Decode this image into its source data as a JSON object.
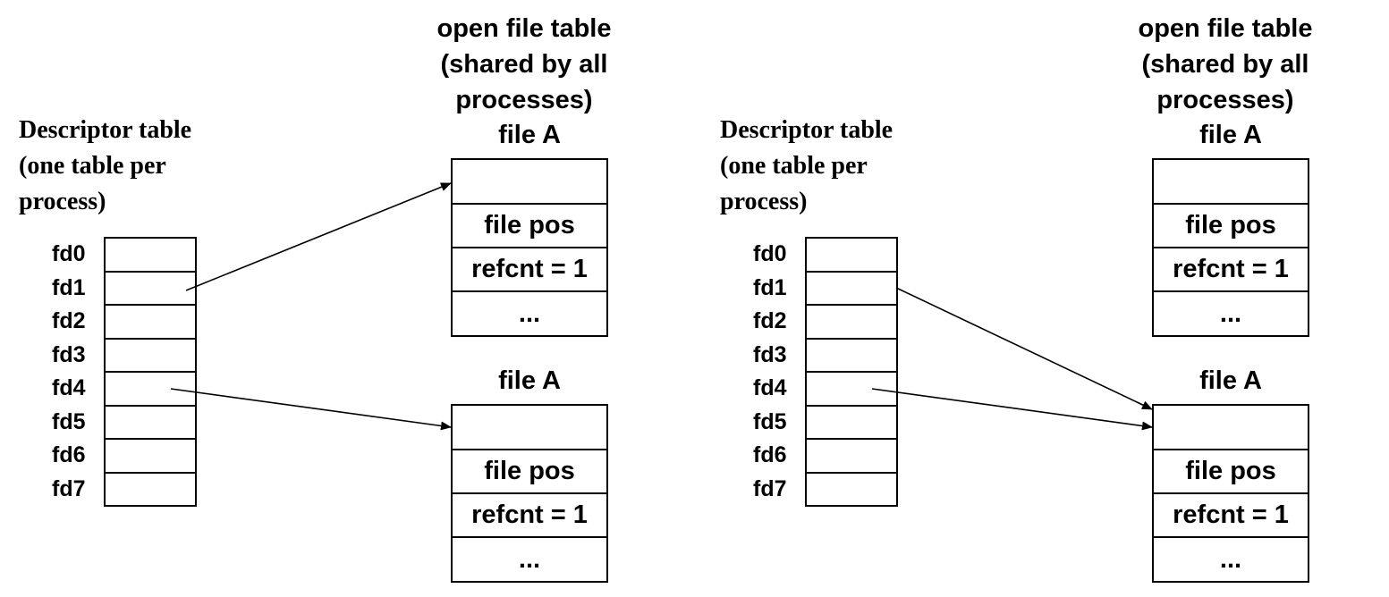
{
  "panels": [
    {
      "descriptor_title": [
        "Descriptor table",
        "(one table per",
        "process)"
      ],
      "fd_labels": [
        "fd0",
        "fd1",
        "fd2",
        "fd3",
        "fd4",
        "fd5",
        "fd6",
        "fd7"
      ],
      "open_file_title": [
        "open file table",
        "(shared by all",
        "processes)"
      ],
      "files": [
        {
          "label": "file A",
          "cells": [
            "",
            "file pos",
            "refcnt = 1",
            "..."
          ]
        },
        {
          "label": "file A",
          "cells": [
            "",
            "file pos",
            "refcnt = 1",
            "..."
          ]
        }
      ],
      "pointers": [
        {
          "from": "fd1",
          "to": "file A (1st)"
        },
        {
          "from": "fd4",
          "to": "file A (2nd)"
        }
      ]
    },
    {
      "descriptor_title": [
        "Descriptor table",
        "(one table per",
        "process)"
      ],
      "fd_labels": [
        "fd0",
        "fd1",
        "fd2",
        "fd3",
        "fd4",
        "fd5",
        "fd6",
        "fd7"
      ],
      "open_file_title": [
        "open file table",
        "(shared by all",
        "processes)"
      ],
      "files": [
        {
          "label": "file A",
          "cells": [
            "",
            "file pos",
            "refcnt = 1",
            "..."
          ]
        },
        {
          "label": "file A",
          "cells": [
            "",
            "file pos",
            "refcnt = 1",
            "..."
          ]
        }
      ],
      "pointers": [
        {
          "from": "fd1",
          "to": "file A (2nd)"
        },
        {
          "from": "fd4",
          "to": "file A (2nd)"
        }
      ]
    }
  ]
}
